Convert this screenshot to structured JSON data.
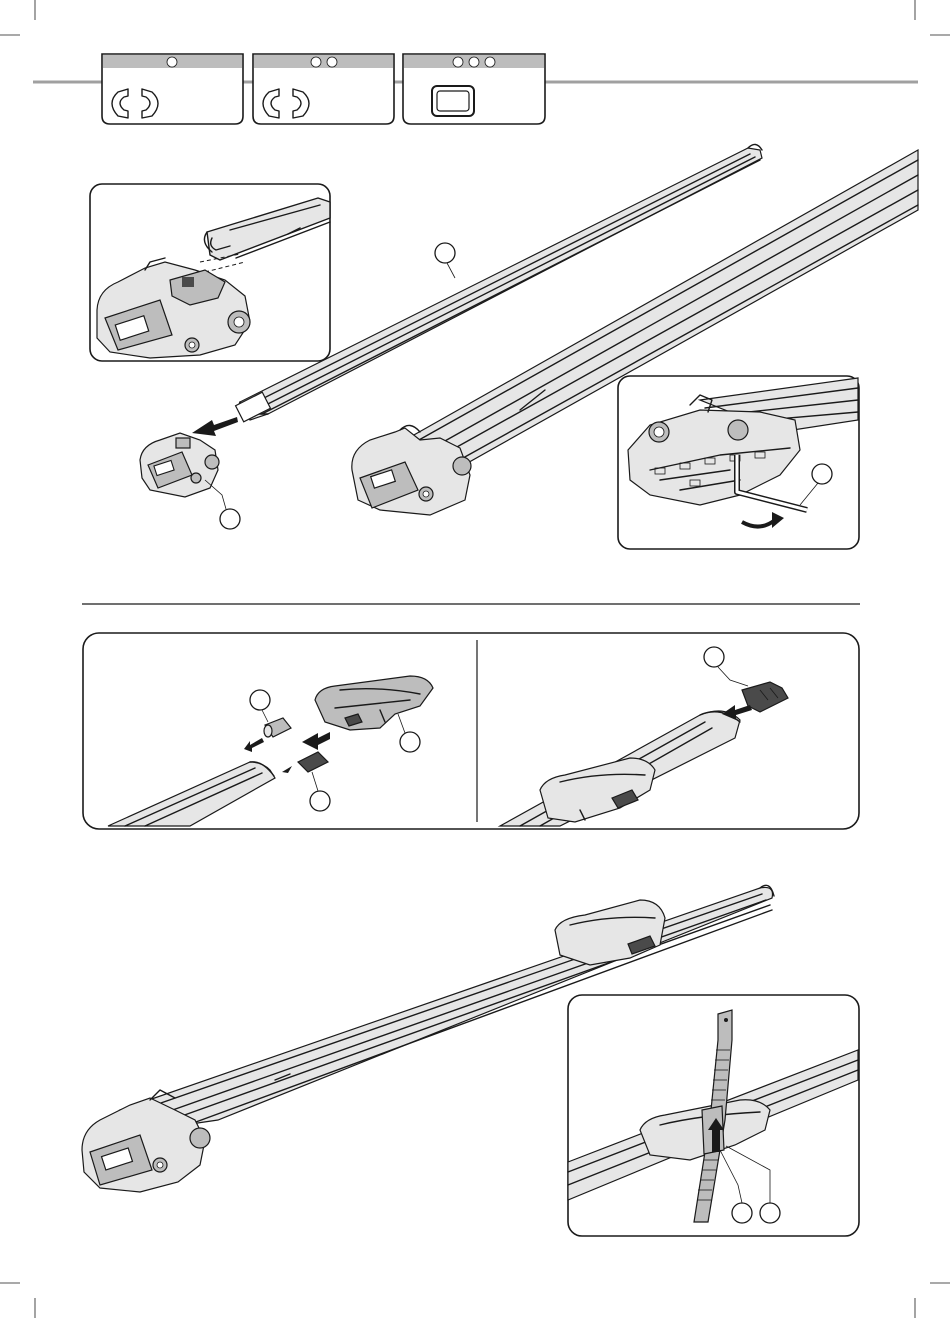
{
  "variant_tabs": [
    {
      "dots": 1,
      "icon": "clamp-open-icon"
    },
    {
      "dots": 2,
      "icon": "clamp-open-icon"
    },
    {
      "dots": 3,
      "icon": "clamp-closed-icon"
    }
  ],
  "colors": {
    "ink": "#1a1a1a",
    "tab_header": "#bdbdbd",
    "rule": "#a0a0a0",
    "part_grey": "#bdbdbd",
    "part_dark": "#4a4a4a"
  },
  "figures": [
    {
      "name": "rail-insert-detail",
      "icon": "rail-into-foot-icon"
    },
    {
      "name": "rail-foot-assembly",
      "icon": "rail-and-foot-icon"
    },
    {
      "name": "hex-key-tighten-detail",
      "icon": "hex-key-icon"
    },
    {
      "name": "end-cap-cradle-panel",
      "icon": "end-cap-icon"
    },
    {
      "name": "clamp-insert-panel",
      "icon": "clamp-piece-icon"
    },
    {
      "name": "full-rail-assembly",
      "icon": "assembled-rail-icon"
    },
    {
      "name": "strap-detail",
      "icon": "ratchet-strap-icon"
    }
  ]
}
